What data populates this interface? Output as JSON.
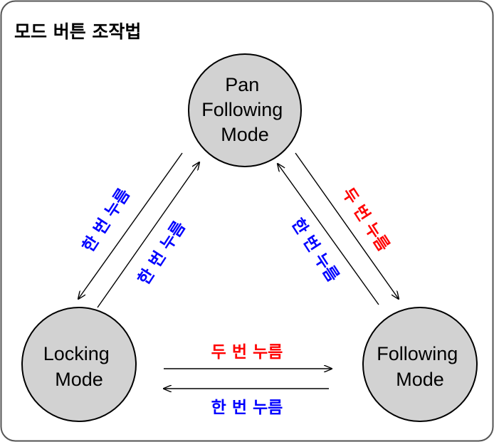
{
  "title": "모드 버튼 조작법",
  "colors": {
    "frame": "#555555",
    "node_fill": "#d2d2d2",
    "node_stroke": "#000000",
    "arrow": "#000000",
    "single_press": "#0000ff",
    "double_press": "#ff0000"
  },
  "nodes": {
    "pan_following": {
      "line1": "Pan",
      "line2": "Following",
      "line3": "Mode"
    },
    "locking": {
      "line1": "Locking",
      "line2": "Mode"
    },
    "following": {
      "line1": "Following",
      "line2": "Mode"
    }
  },
  "edges": {
    "pan_to_locking": "한 번 누름",
    "locking_to_pan": "한 번 누름",
    "pan_to_following": "두 번 누름",
    "following_to_pan": "한 번 누름",
    "locking_to_following": "두 번 누름",
    "following_to_locking": "한 번 누름"
  }
}
